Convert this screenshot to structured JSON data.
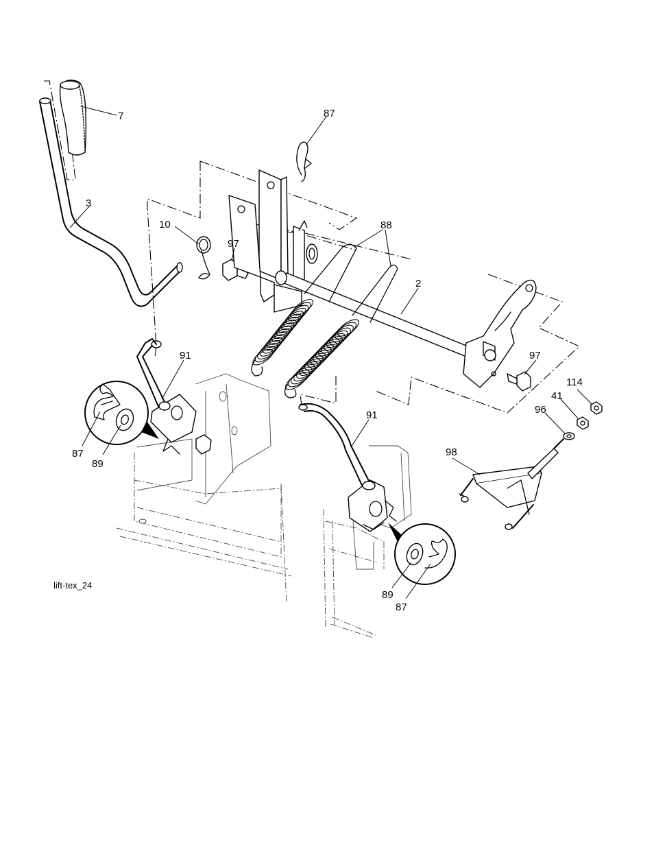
{
  "figure": {
    "id_label": "lift-tex_24",
    "callouts": [
      {
        "key": "c7",
        "text": "7"
      },
      {
        "key": "c87a",
        "text": "87"
      },
      {
        "key": "c3",
        "text": "3"
      },
      {
        "key": "c88",
        "text": "88"
      },
      {
        "key": "c10",
        "text": "10"
      },
      {
        "key": "c97a",
        "text": "97"
      },
      {
        "key": "c2",
        "text": "2"
      },
      {
        "key": "c97b",
        "text": "97"
      },
      {
        "key": "c91a",
        "text": "91"
      },
      {
        "key": "c114",
        "text": "114"
      },
      {
        "key": "c41",
        "text": "41"
      },
      {
        "key": "c96",
        "text": "96"
      },
      {
        "key": "c91b",
        "text": "91"
      },
      {
        "key": "c87b",
        "text": "87"
      },
      {
        "key": "c89a",
        "text": "89"
      },
      {
        "key": "c98",
        "text": "98"
      },
      {
        "key": "c89b",
        "text": "89"
      },
      {
        "key": "c87c",
        "text": "87"
      }
    ]
  }
}
